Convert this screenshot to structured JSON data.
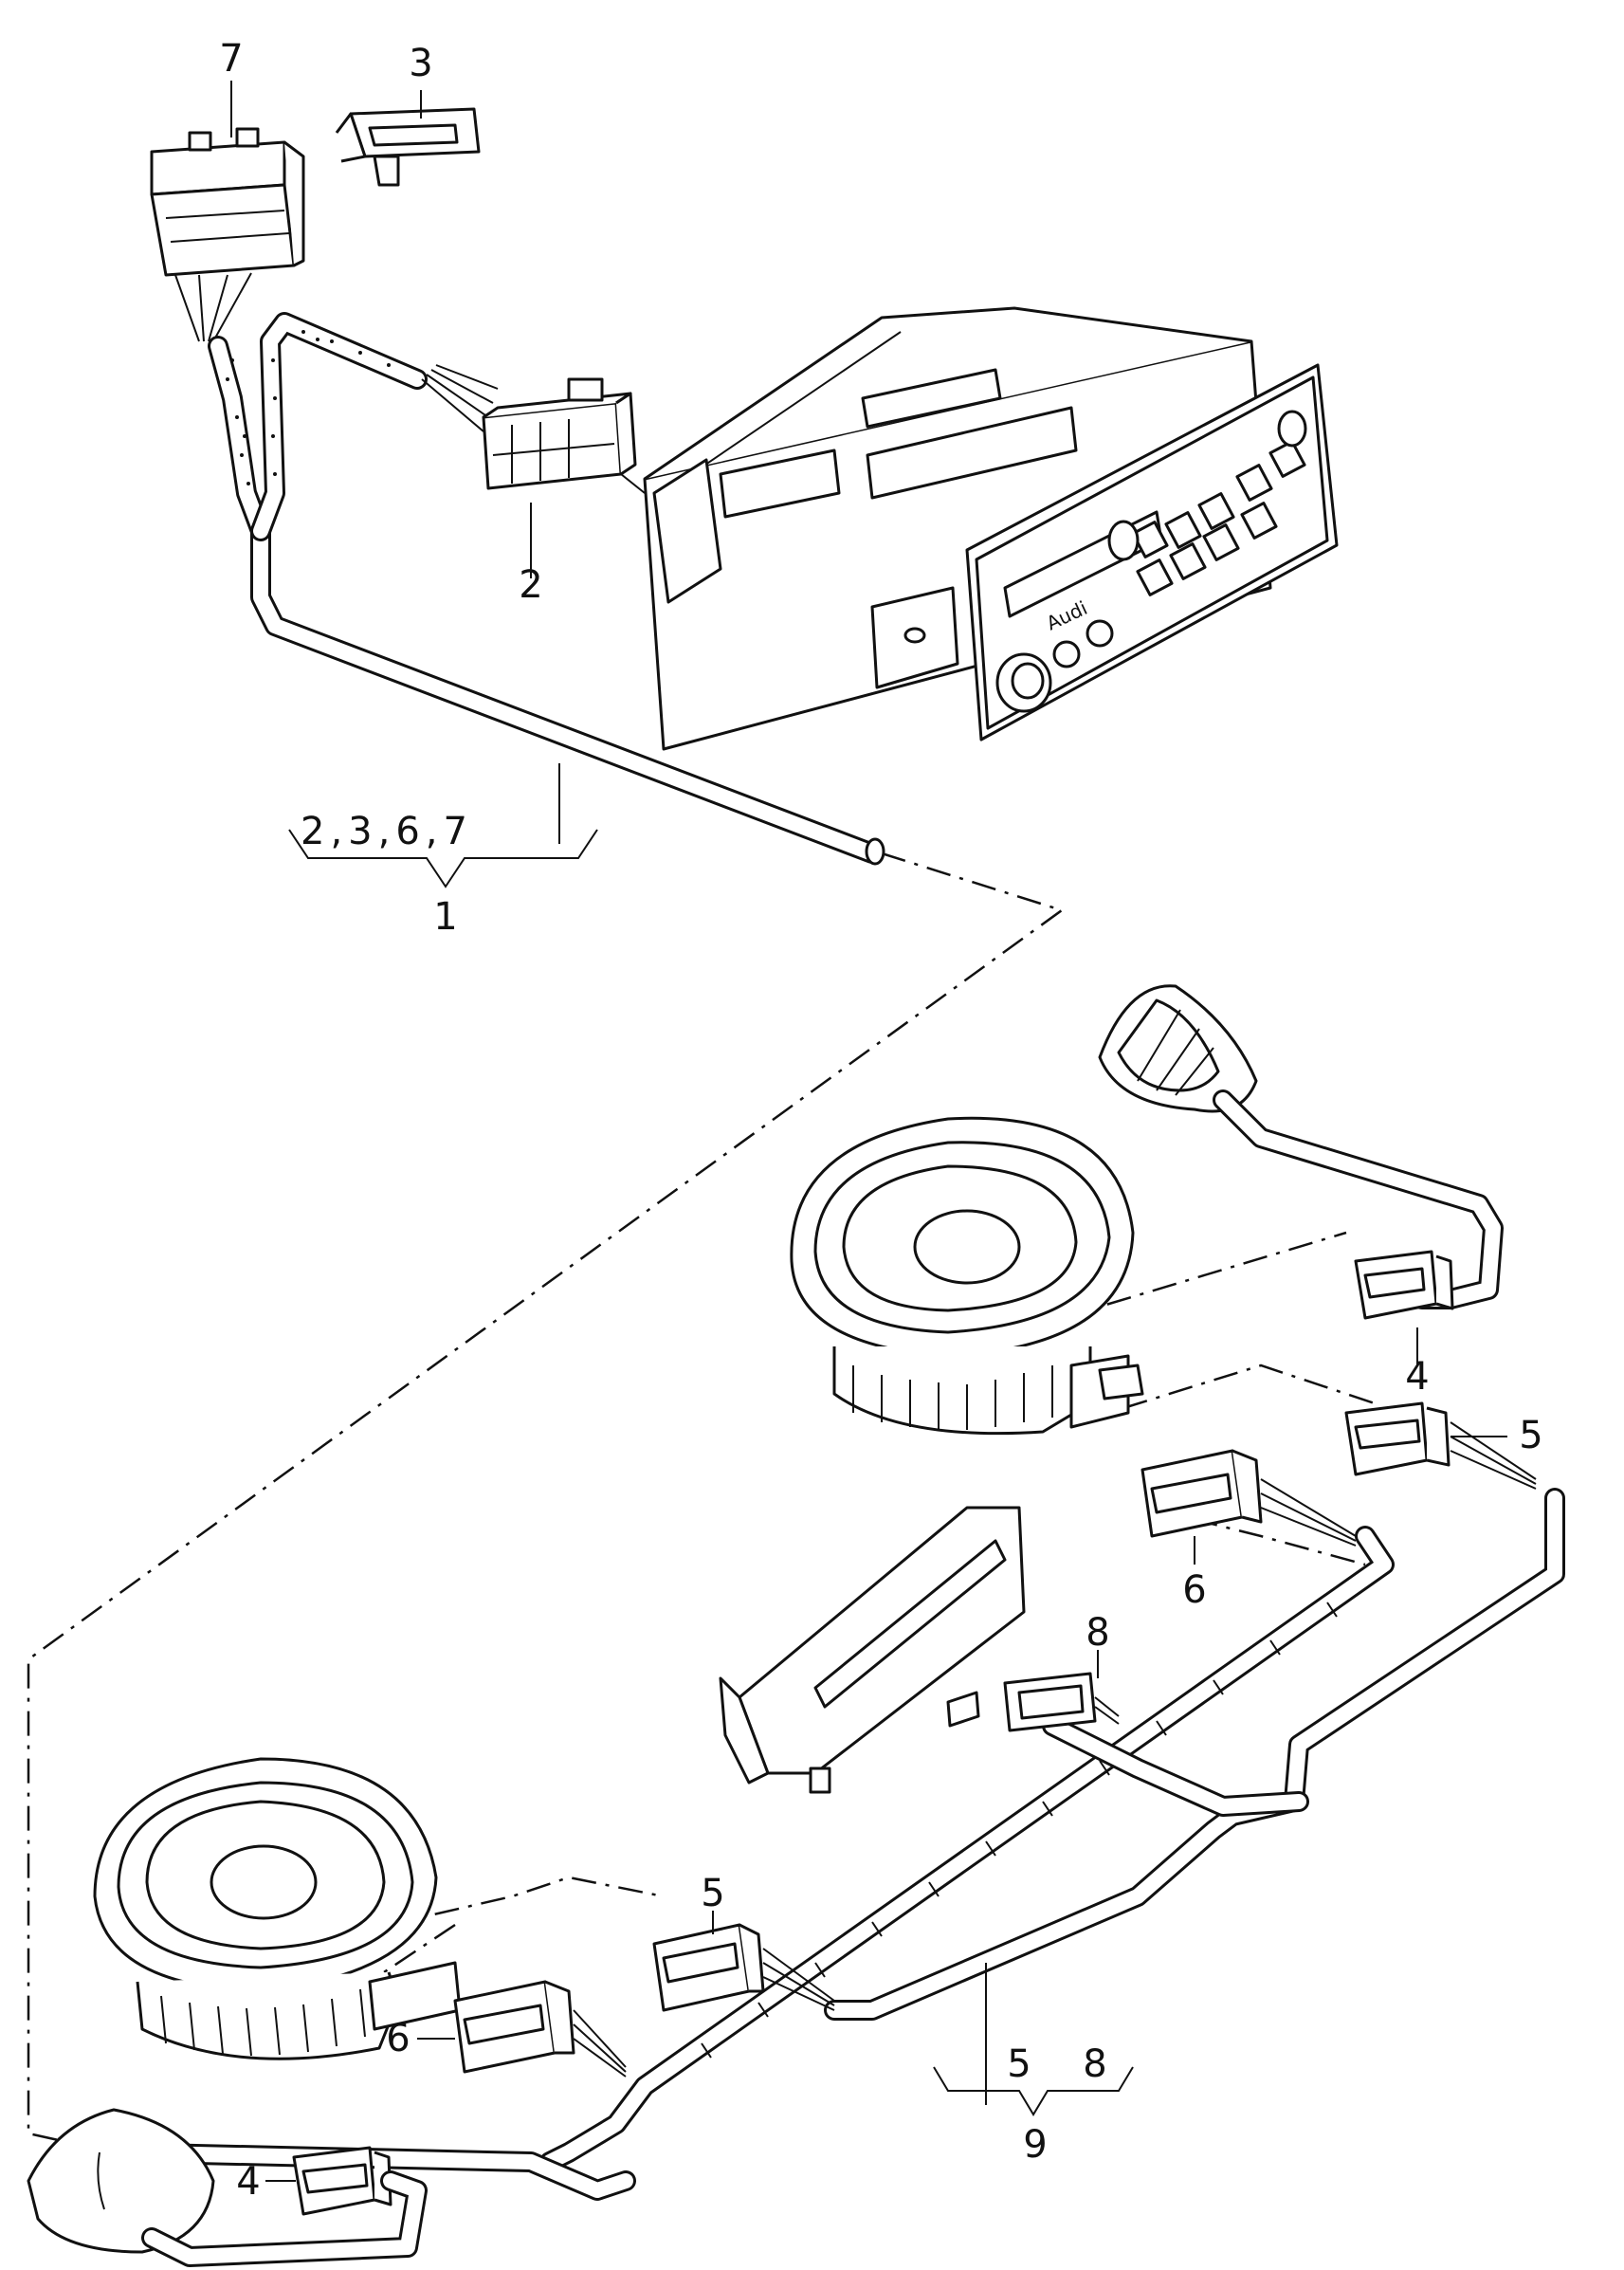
{
  "callouts": {
    "item_7": "7",
    "item_3": "3",
    "item_2": "2",
    "group_top": "2,3,6,7",
    "item_1": "1",
    "item_4_right": "4",
    "item_5_right": "5",
    "item_6_right": "6",
    "item_8": "8",
    "item_5_left": "5",
    "item_6_left": "6",
    "item_4_left": "4",
    "group_bottom_5": "5",
    "group_bottom_8": "8",
    "item_9": "9"
  },
  "radio": {
    "brand_text": "Audi"
  }
}
